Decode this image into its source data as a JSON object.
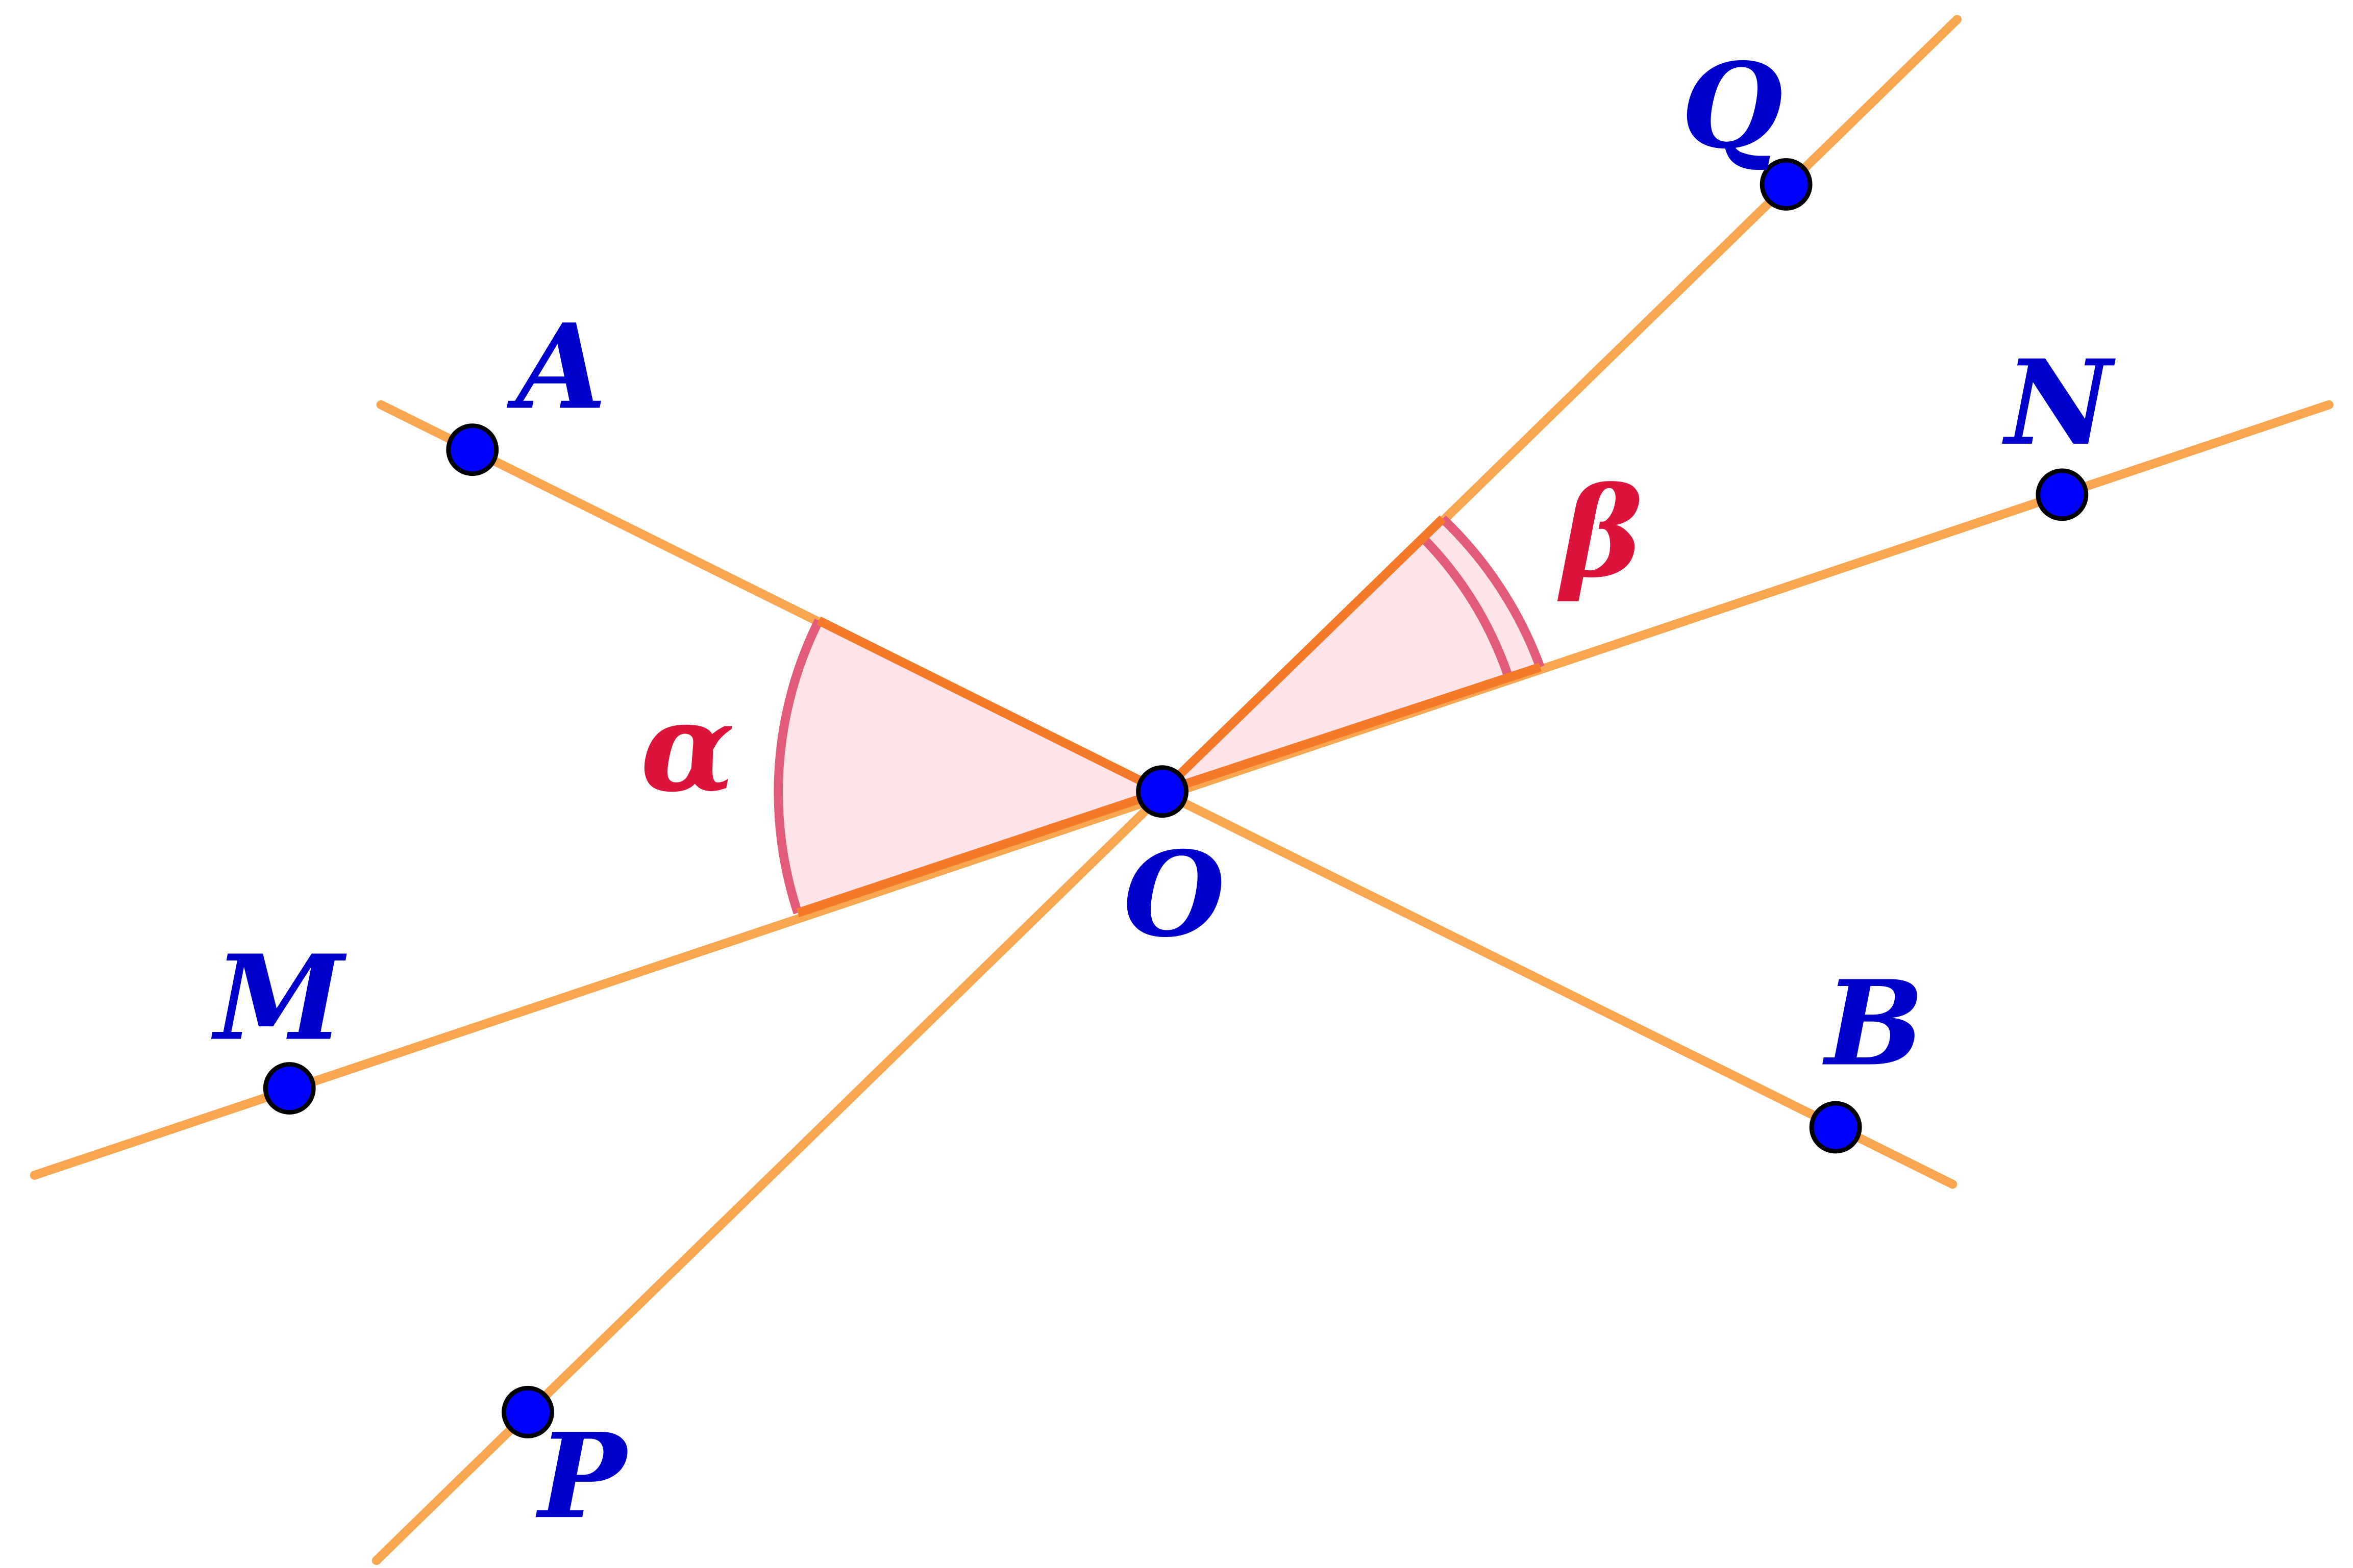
{
  "figure": {
    "points": {
      "A": "A",
      "B": "B",
      "M": "M",
      "N": "N",
      "P": "P",
      "Q": "Q",
      "O": "O"
    },
    "angles": {
      "alpha": "α",
      "beta": "β"
    },
    "colors": {
      "line": "#F9A650",
      "point_fill": "#0000FF",
      "point_stroke": "#000000",
      "label": "#0000CC",
      "angle_fill": "#FCE4E8",
      "angle_stroke": "#E25C7A",
      "angle_label": "#DC143C",
      "ray_highlight": "#F47A2A"
    }
  }
}
